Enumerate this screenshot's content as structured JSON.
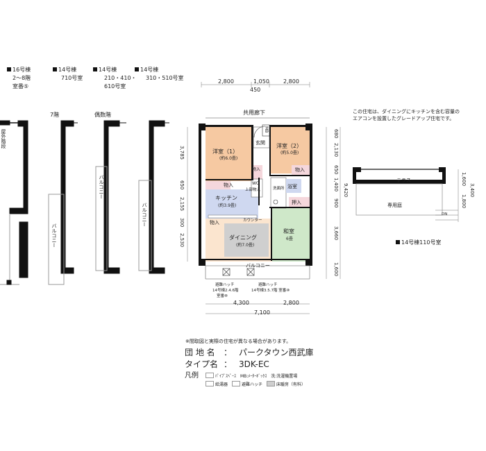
{
  "building_labels": [
    {
      "title": "16号棟",
      "line2": "2～8階",
      "line3": "室番⑤"
    },
    {
      "title": "14号棟",
      "line2": "710号室",
      "line3": ""
    },
    {
      "title": "14号棟",
      "line2": "210・410・",
      "line3": "610号室"
    },
    {
      "title": "14号棟",
      "line2": "310・510号室",
      "line3": ""
    }
  ],
  "floor_labels": {
    "f7": "7階",
    "even": "偶数階",
    "outer_stairs": "屋外階段"
  },
  "balcony_small": "バルコニー",
  "common_corridor": "共用廊下",
  "rooms": {
    "western1": {
      "name": "洋室（1）",
      "size": "(約6.0畳)"
    },
    "western2": {
      "name": "洋室（2）",
      "size": "(約5.0畳)"
    },
    "kitchen": {
      "name": "キッチン",
      "size": "(約3.9畳)"
    },
    "dining": {
      "name": "ダイニング",
      "size": "(約7.0畳)"
    },
    "japanese": {
      "name": "和室",
      "size": "6畳"
    },
    "entrance": "玄関",
    "closet": "物入",
    "closet_small": "物入",
    "bath": "浴室",
    "washroom": "洗面所",
    "oshiire": "押入",
    "toilet": "上部物入",
    "wc": "WC",
    "mb": "MB",
    "counter": "カウンター",
    "balcony": "バルコニー",
    "kitchen_closet": "物入"
  },
  "dims": {
    "top": [
      "2,800",
      "1,050",
      "2,800"
    ],
    "top_sub": "450",
    "bottom": [
      "4,300",
      "2,800"
    ],
    "total": "7,100",
    "left": [
      "3,785",
      "650",
      "2,155",
      "300",
      "2,530"
    ],
    "right": [
      "680",
      "2,130",
      "650",
      "1,400",
      "900",
      "3,660",
      "1,600"
    ],
    "right_total": "9,420",
    "terrace_right": [
      "1,600",
      "1,800"
    ],
    "terrace_total": "3,400"
  },
  "hatches": [
    {
      "line1": "避難ハッチ",
      "line2": "14号棟2.4.6階",
      "line3": "室番⑩"
    },
    {
      "line1": "避難ハッチ",
      "line2": "14号棟3.5.7階 室番⑩",
      "line3": ""
    }
  ],
  "note_aircon": [
    "この住宅は、ダイニングにキッチンを含む容量の",
    "エアコンを設置したグレードアップ住宅です。"
  ],
  "terrace": {
    "terrace": "テラス",
    "garden": "専用庭",
    "dn": "DN",
    "caption": "14号棟110号室"
  },
  "disclaimer": "※間取図と実際の住宅が異なる場合があります。",
  "info": {
    "estate_label": "団 地 名",
    "estate_value": "パークタウン西武庫",
    "type_label": "タイプ名",
    "type_value": "3DK-EC",
    "colon": "："
  },
  "legend": {
    "title": "凡例",
    "row1": [
      "ﾊﾟｲﾌﾟｽﾍﾟｰｽ",
      "MB:ﾒｰﾀｰﾎﾞｯｸｽ",
      "洗:洗濯機置場"
    ],
    "row2": [
      "給湯器",
      "避難ハッチ",
      "床暖房（有料）"
    ],
    "wash_symbol": "洗",
    "mb_abbrev": "MB"
  },
  "colors": {
    "western": "#f6c9a2",
    "japanese": "#cfe8c9",
    "kitchen": "#cfd8f0",
    "closet": "#f5d7dc",
    "dining_floor": "#cfcfcf",
    "wall": "#111111"
  }
}
